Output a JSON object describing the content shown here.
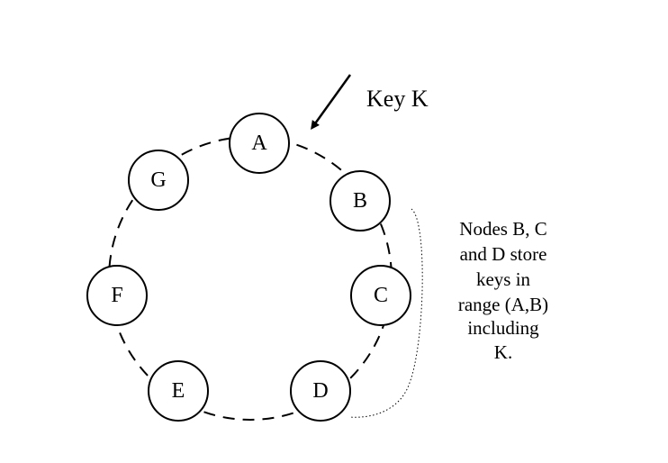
{
  "diagram": {
    "nodes": [
      {
        "id": "A",
        "label": "A"
      },
      {
        "id": "B",
        "label": "B"
      },
      {
        "id": "C",
        "label": "C"
      },
      {
        "id": "D",
        "label": "D"
      },
      {
        "id": "E",
        "label": "E"
      },
      {
        "id": "F",
        "label": "F"
      },
      {
        "id": "G",
        "label": "G"
      }
    ],
    "key_label": "Key K",
    "note_lines": [
      "Nodes B, C",
      "and D store",
      "keys in",
      "range (A,B)",
      "including",
      "K."
    ]
  }
}
